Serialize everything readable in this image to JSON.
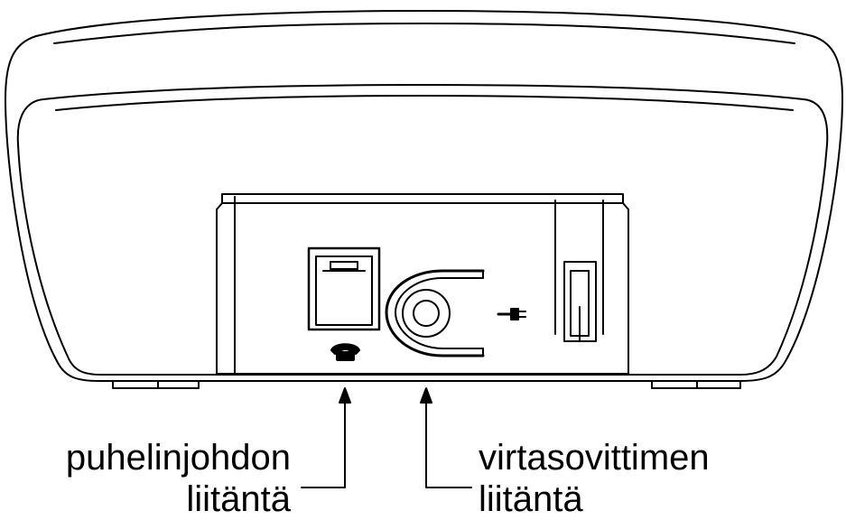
{
  "callouts": {
    "phone_jack": {
      "line1": "puhelinjohdon",
      "line2": "liitäntä"
    },
    "power_jack": {
      "line1": "virtasovittimen",
      "line2": "liitäntä"
    }
  },
  "colors": {
    "stroke": "#000000",
    "background": "#ffffff"
  },
  "icons": {
    "phone_port_symbol": "telephone-icon",
    "power_port_symbol": "plug-icon"
  }
}
